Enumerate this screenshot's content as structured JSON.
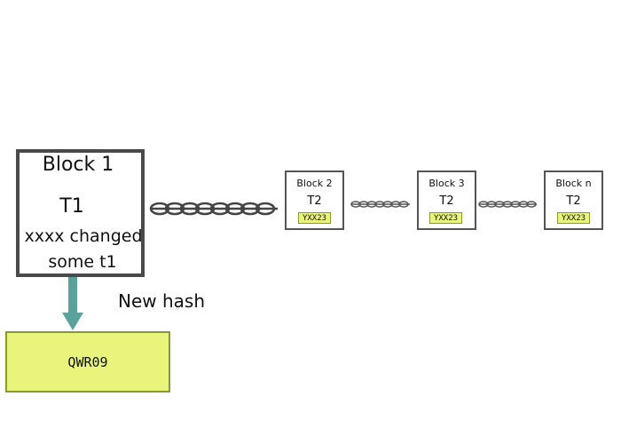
{
  "block1": {
    "title": "Block 1",
    "tx": "T1",
    "change_line1": "xxxx changed",
    "change_line2": "some t1"
  },
  "new_hash": {
    "label": "New hash",
    "value": "QWR09"
  },
  "blocks": [
    {
      "title": "Block 2",
      "tx": "T2",
      "hash": "YXX23"
    },
    {
      "title": "Block 3",
      "tx": "T2",
      "hash": "YXX23"
    },
    {
      "title": "Block n",
      "tx": "T2",
      "hash": "YXX23"
    }
  ],
  "colors": {
    "hash_fill": "#e8f57a",
    "arrow": "#5aa39c",
    "border": "#4a4a4a"
  },
  "icons": [
    "chain-icon",
    "arrow-down-icon"
  ]
}
